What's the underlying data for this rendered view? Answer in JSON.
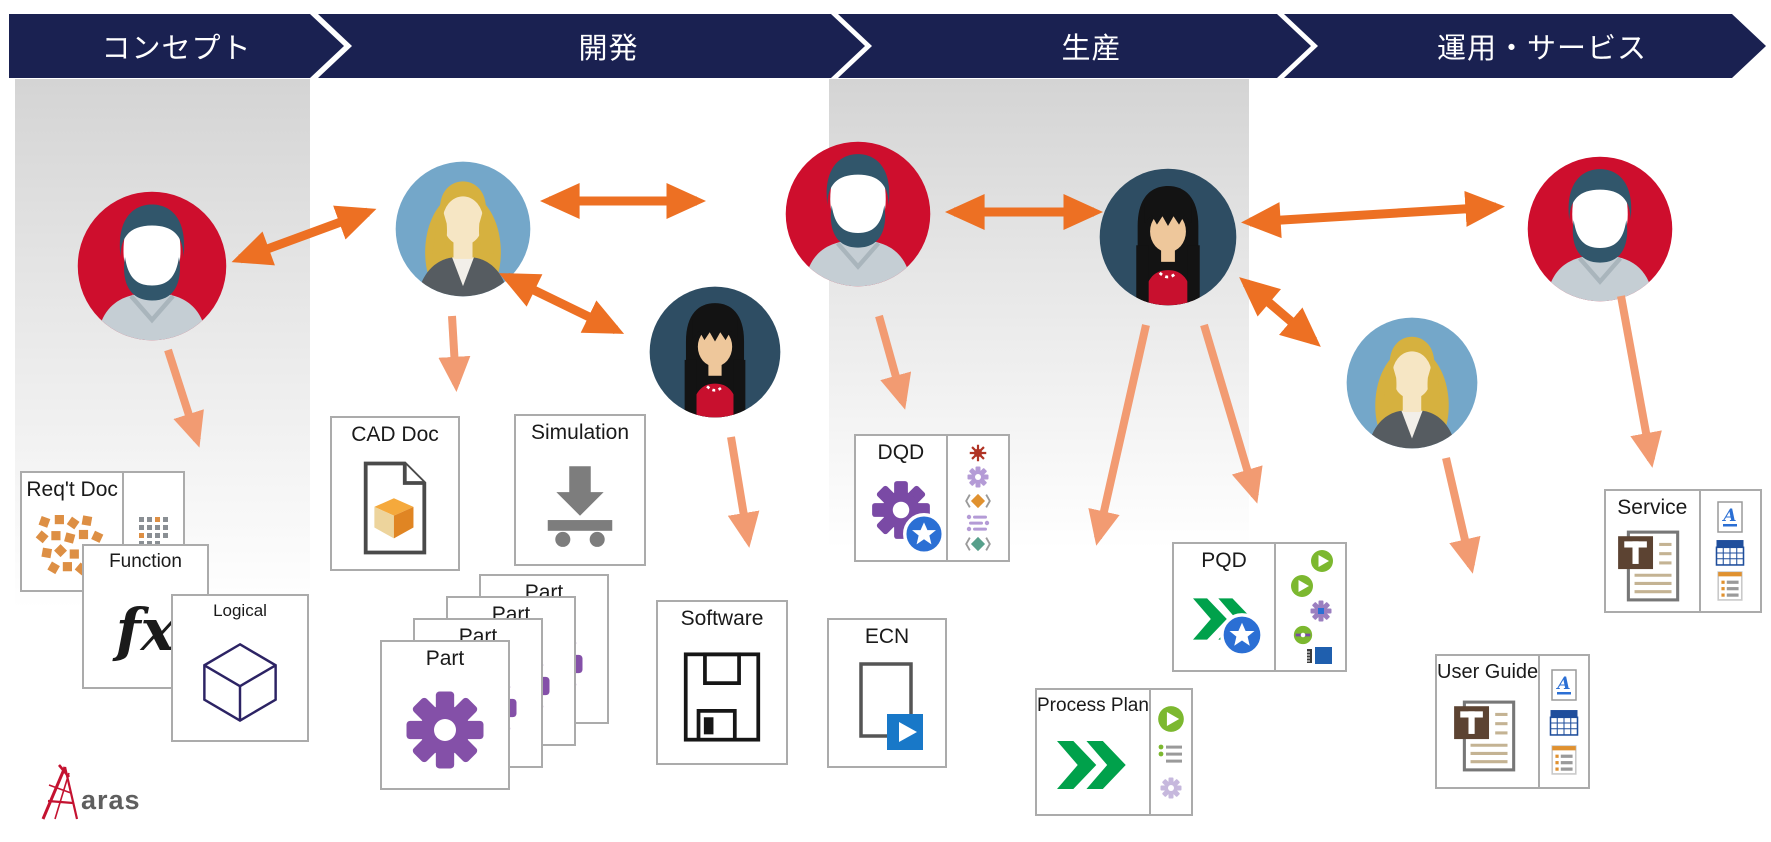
{
  "banner": {
    "background": "#1a2151",
    "phases": [
      {
        "label": "コンセプト"
      },
      {
        "label": "開発"
      },
      {
        "label": "生産"
      },
      {
        "label": "運用・サービス"
      }
    ]
  },
  "avatars": [
    {
      "icon": "bearded-man-avatar",
      "phase": "コンセプト"
    },
    {
      "icon": "blonde-woman-avatar",
      "phase": "開発"
    },
    {
      "icon": "dark-haired-woman-avatar",
      "phase": "開発"
    },
    {
      "icon": "bearded-man-avatar",
      "phase": "生産"
    },
    {
      "icon": "dark-haired-woman-avatar",
      "phase": "生産"
    },
    {
      "icon": "blonde-woman-avatar",
      "phase": "運用・サービス"
    },
    {
      "icon": "bearded-man-avatar",
      "phase": "運用・サービス"
    }
  ],
  "cards": {
    "reqt_doc": {
      "label": "Req't Doc"
    },
    "function": {
      "label": "Function",
      "icon_text": "fx"
    },
    "logical": {
      "label": "Logical"
    },
    "cad_doc": {
      "label": "CAD Doc"
    },
    "simulation": {
      "label": "Simulation"
    },
    "part": {
      "label": "Part",
      "count": 4
    },
    "software": {
      "label": "Software"
    },
    "dqd": {
      "label": "DQD"
    },
    "ecn": {
      "label": "ECN"
    },
    "process_plan": {
      "label": "Process Plan"
    },
    "pqd": {
      "label": "PQD"
    },
    "service": {
      "label": "Service"
    },
    "user_guide": {
      "label": "User Guide"
    }
  },
  "icons": {
    "word_letter": "A"
  },
  "logo": {
    "text": "aras"
  },
  "colors": {
    "banner_navy": "#1a2151",
    "arrow_orange": "#ed7023",
    "arrow_salmon": "#f29b72",
    "avatar_red": "#ce0e2d",
    "avatar_blue": "#74a7c9",
    "avatar_slate": "#2e4d63",
    "part_purple": "#8450a8",
    "process_green": "#00a14b",
    "badge_blue": "#2b6fd4",
    "doc_brown": "#5c4332"
  }
}
